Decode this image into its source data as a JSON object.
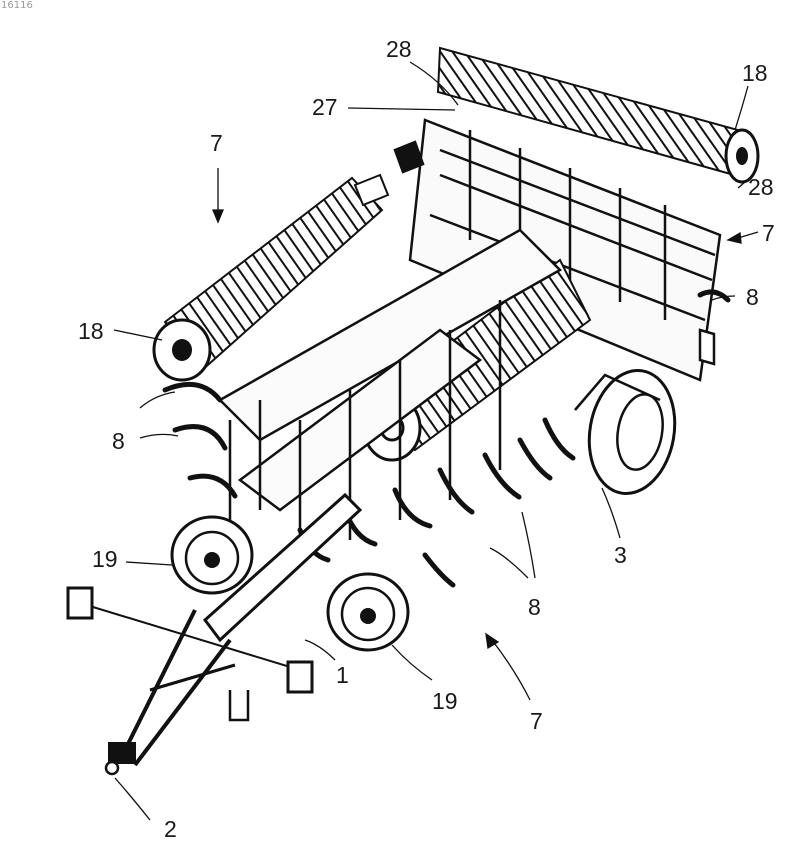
{
  "document_id": "16116",
  "figure": {
    "reference_numerals": [
      {
        "id": "r28a",
        "text": "28",
        "target": "pulley-frame-left"
      },
      {
        "id": "r27",
        "text": "27",
        "target": "pivot-bracket"
      },
      {
        "id": "r18a",
        "text": "18",
        "target": "rear-roller-right"
      },
      {
        "id": "r28b",
        "text": "28",
        "target": "pulley-frame-right"
      },
      {
        "id": "r7a",
        "text": "7",
        "target": "left-section"
      },
      {
        "id": "r7b",
        "text": "7",
        "target": "right-section"
      },
      {
        "id": "r8a",
        "text": "8",
        "target": "tine-right-rear"
      },
      {
        "id": "r18b",
        "text": "18",
        "target": "roller-left-wing"
      },
      {
        "id": "r8b",
        "text": "8",
        "target": "tines-left"
      },
      {
        "id": "r3",
        "text": "3",
        "target": "transport-wheel"
      },
      {
        "id": "r19a",
        "text": "19",
        "target": "gauge-wheel-left"
      },
      {
        "id": "r8c",
        "text": "8",
        "target": "tines-middle"
      },
      {
        "id": "r1",
        "text": "1",
        "target": "drawbar-frame"
      },
      {
        "id": "r19b",
        "text": "19",
        "target": "gauge-wheel-right"
      },
      {
        "id": "r7c",
        "text": "7",
        "target": "front-section"
      },
      {
        "id": "r2",
        "text": "2",
        "target": "hitch"
      }
    ]
  }
}
